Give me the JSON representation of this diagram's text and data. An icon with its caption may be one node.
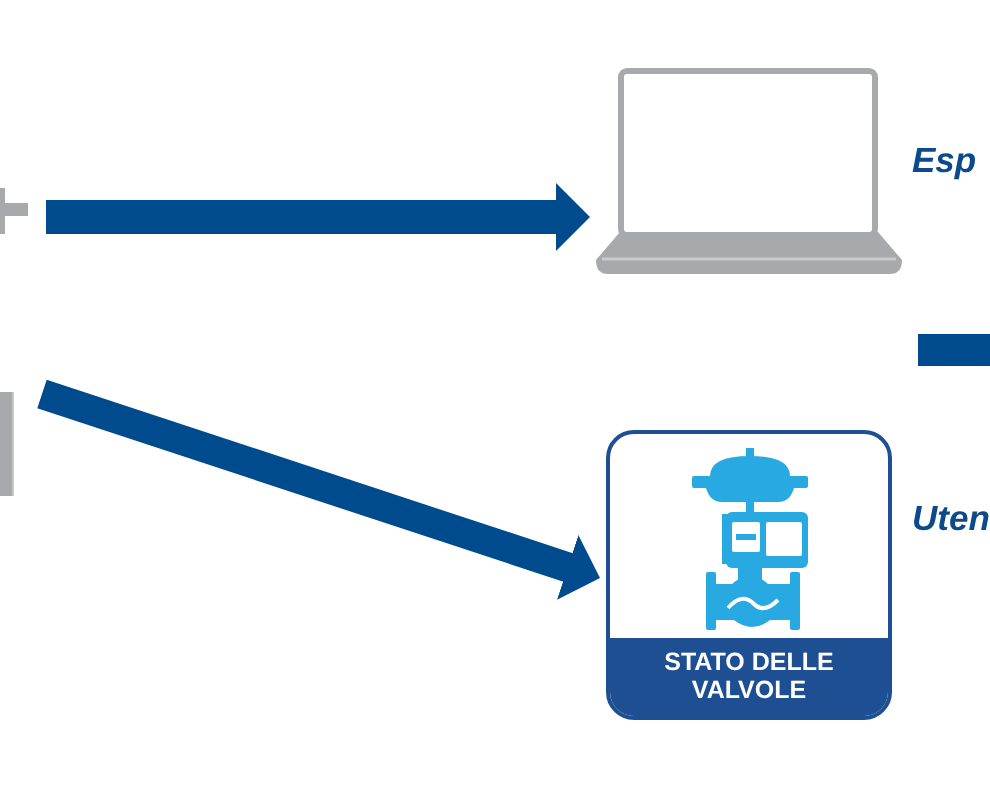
{
  "diagram": {
    "nodes": [
      {
        "text": [],
        "shape": "picture"
      },
      {
        "text": [],
        "shape": "box"
      },
      {
        "text": [],
        "shape": "laptop"
      },
      {
        "text": [
          "STATO DELLE VALVOLE"
        ]
      }
    ],
    "edges": [
      {
        "from": 0,
        "to": 2,
        "arrow": "to"
      },
      {
        "from": 1,
        "to": 3,
        "arrow": "to"
      }
    ],
    "labels": [
      "Esp",
      "Uten"
    ]
  }
}
